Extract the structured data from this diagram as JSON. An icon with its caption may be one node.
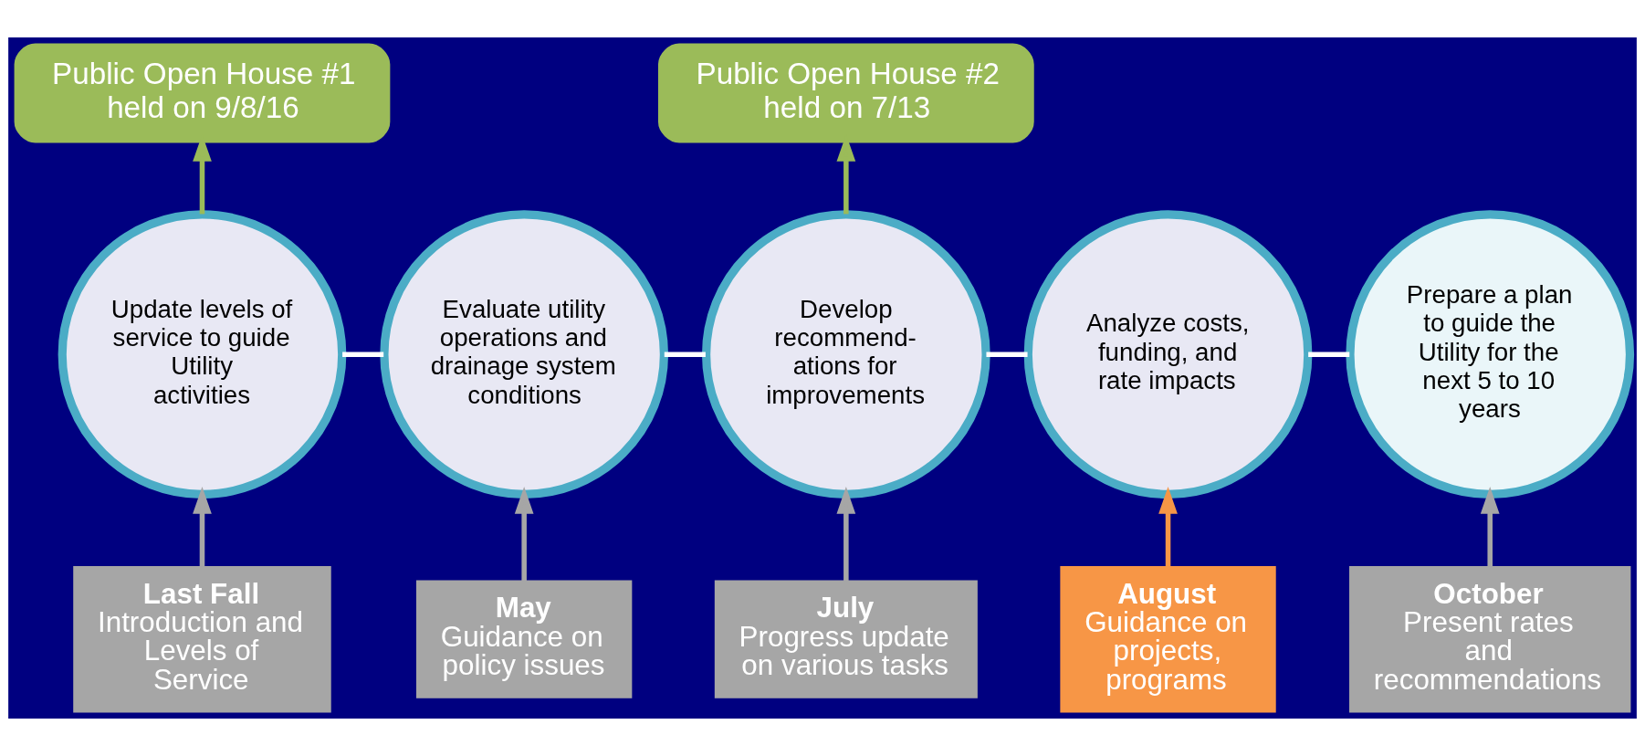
{
  "diagram": {
    "nodes": [
      {
        "text": [
          "Update levels of service to guide Utility activities"
        ]
      },
      {
        "text": [
          "Evaluate utility operations and drainage system conditions"
        ]
      },
      {
        "text": [
          "Develop recommend- ations for improvements"
        ]
      },
      {
        "text": [
          "Analyze costs, funding, and rate impacts"
        ]
      },
      {
        "text": [
          "Prepare a plan to guide the Utility for the next 5 to 10 years"
        ]
      },
      {
        "text": [
          "Public Open House #1 held on 9/8/16"
        ]
      },
      {
        "text": [
          "Public Open House #2 held on 7/13"
        ]
      },
      {
        "text": [
          "Last Fall",
          "Introduction and Levels of Service"
        ]
      },
      {
        "text": [
          "May",
          "Guidance on policy issues"
        ]
      },
      {
        "text": [
          "July",
          "Progress update on various tasks"
        ]
      },
      {
        "text": [
          "August",
          "Guidance on projects, programs"
        ]
      },
      {
        "text": [
          "October",
          "Present rates and recommendations"
        ]
      }
    ],
    "edges": [
      {
        "from": 0,
        "to": 1,
        "arrow": "none",
        "color": "#ffffff"
      },
      {
        "from": 1,
        "to": 2,
        "arrow": "none",
        "color": "#ffffff"
      },
      {
        "from": 2,
        "to": 3,
        "arrow": "none",
        "color": "#ffffff"
      },
      {
        "from": 3,
        "to": 4,
        "arrow": "none",
        "color": "#ffffff"
      },
      {
        "from": 0,
        "to": 5,
        "arrow": "to",
        "color": "#9bbb59"
      },
      {
        "from": 2,
        "to": 6,
        "arrow": "to",
        "color": "#9bbb59"
      },
      {
        "from": 7,
        "to": 0,
        "arrow": "to",
        "color": "#a6a6a6"
      },
      {
        "from": 8,
        "to": 1,
        "arrow": "to",
        "color": "#a6a6a6"
      },
      {
        "from": 9,
        "to": 2,
        "arrow": "to",
        "color": "#a6a6a6"
      },
      {
        "from": 10,
        "to": 3,
        "arrow": "to",
        "color": "#f79646"
      },
      {
        "from": 11,
        "to": 4,
        "arrow": "to",
        "color": "#a6a6a6"
      }
    ]
  }
}
